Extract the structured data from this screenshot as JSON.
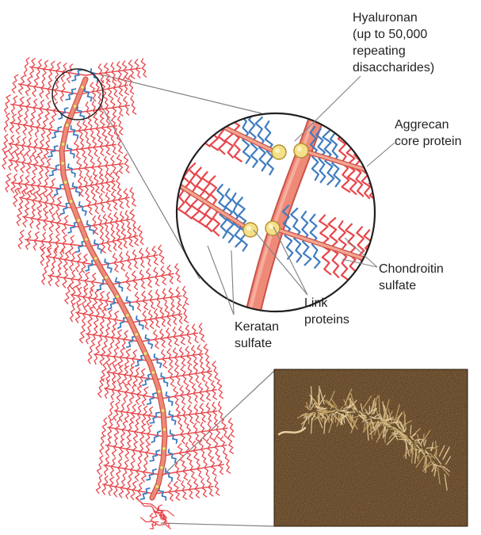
{
  "diagram": {
    "labels": {
      "hyaluronan": [
        "Hyaluronan",
        "(up to 50,000",
        "repeating",
        "disaccharides)"
      ],
      "aggrecan": [
        "Aggrecan",
        "core protein"
      ],
      "chondroitin": [
        "Chondroitin",
        "sulfate"
      ],
      "link": [
        "Link",
        "proteins"
      ],
      "keratan": [
        "Keratan",
        "sulfate"
      ]
    },
    "colors": {
      "chondroitin_sulfate": "#e8464b",
      "keratan_sulfate": "#3f7cc0",
      "hyaluronan": "#f08a78",
      "link_protein": "#f4e08a",
      "micrograph_bg": "#5a3a1c",
      "outline": "#231f20",
      "leader": "#808080"
    },
    "icons": [
      "aggrecan-overview-drawing",
      "magnified-detail-circle",
      "electron-micrograph"
    ]
  }
}
